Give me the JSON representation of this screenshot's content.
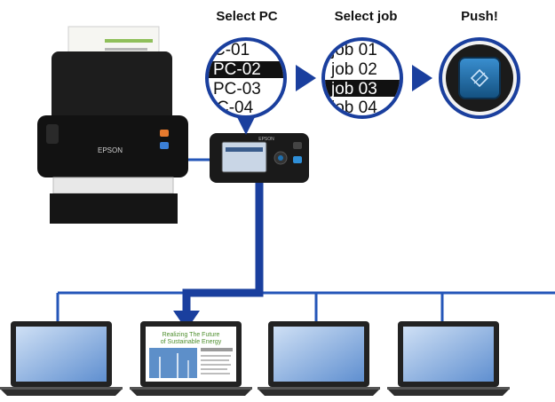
{
  "steps": [
    {
      "title": "Select PC",
      "options": [
        "C-01",
        "PC-02",
        "PC-03",
        "C-04"
      ],
      "selected_index": 1
    },
    {
      "title": "Select job",
      "options": [
        "job 01",
        "job 02",
        "job 03",
        "job 04"
      ],
      "selected_index": 2
    },
    {
      "title": "Push!"
    }
  ],
  "scanner": {
    "brand": "EPSON"
  },
  "network_interface": {
    "brand": "EPSON"
  },
  "laptop_screen": {
    "headline_line1": "Realizing The Future",
    "headline_line2": "of Sustainable Energy"
  },
  "colors": {
    "accent_blue": "#1a3f9e",
    "network_blue": "#2456b8",
    "button_blue": "#1f6fae"
  }
}
